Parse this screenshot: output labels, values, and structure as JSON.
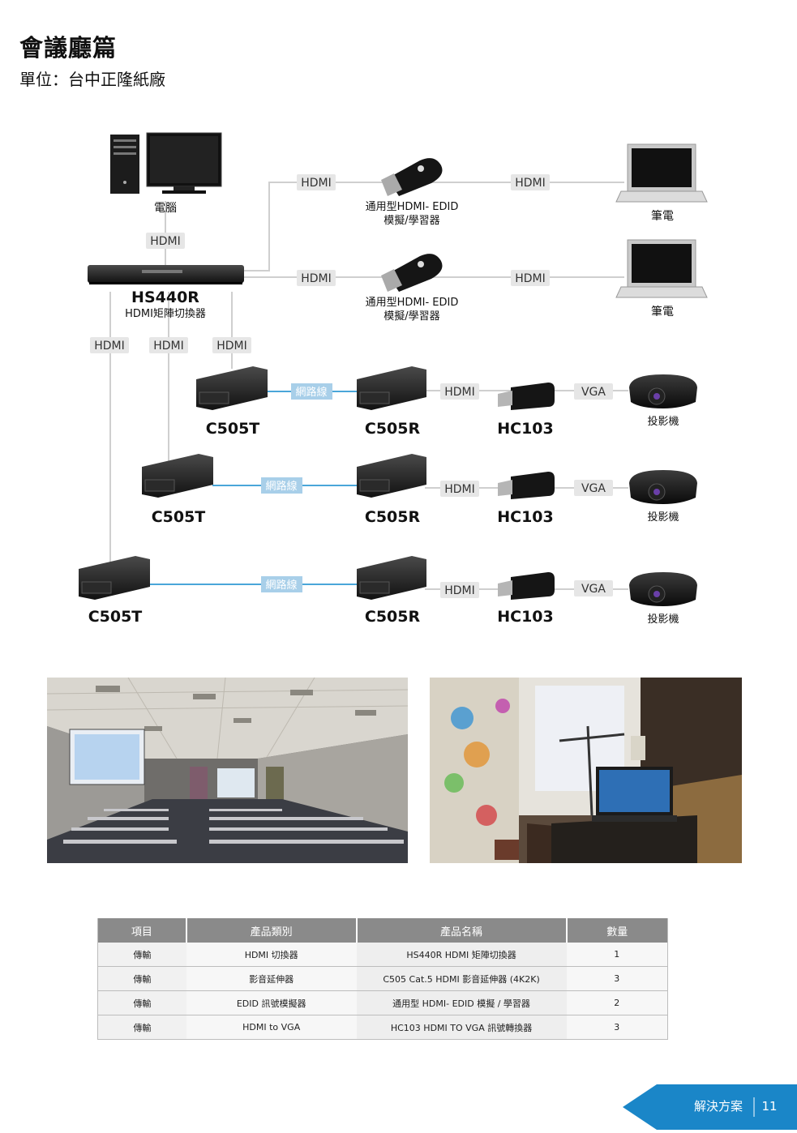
{
  "header": {
    "title": "會議廳篇",
    "subtitle": "單位：台中正隆紙廠"
  },
  "diagram": {
    "pc_label": "電腦",
    "switcher_name": "HS440R",
    "switcher_desc": "HDMI矩陣切換器",
    "edid_label_line1": "通用型HDMI- EDID",
    "edid_label_line2": "模擬/學習器",
    "laptop_label": "筆電",
    "hdmi": "HDMI",
    "vga": "VGA",
    "network": "網路線",
    "transmitter": "C505T",
    "receiver": "C505R",
    "converter": "HC103",
    "projector_label": "投影機"
  },
  "table": {
    "headers": [
      "項目",
      "產品類別",
      "產品名稱",
      "數量"
    ],
    "rows": [
      [
        "傳輸",
        "HDMI 切換器",
        "HS440R HDMI 矩陣切換器",
        "1"
      ],
      [
        "傳輸",
        "影音延伸器",
        "C505 Cat.5 HDMI 影音延伸器 (4K2K)",
        "3"
      ],
      [
        "傳輸",
        "EDID 訊號模擬器",
        "通用型 HDMI- EDID 模擬 / 學習器",
        "2"
      ],
      [
        "傳輸",
        "HDMI to VGA",
        "HC103 HDMI TO VGA 訊號轉換器",
        "3"
      ]
    ]
  },
  "footer": {
    "section": "解決方案",
    "page_number": "11"
  },
  "colors": {
    "accent_blue": "#1a86c8",
    "network_line": "#4aa6d9",
    "network_label_bg": "#a8cfe9",
    "table_header": "#8a8a8a"
  }
}
